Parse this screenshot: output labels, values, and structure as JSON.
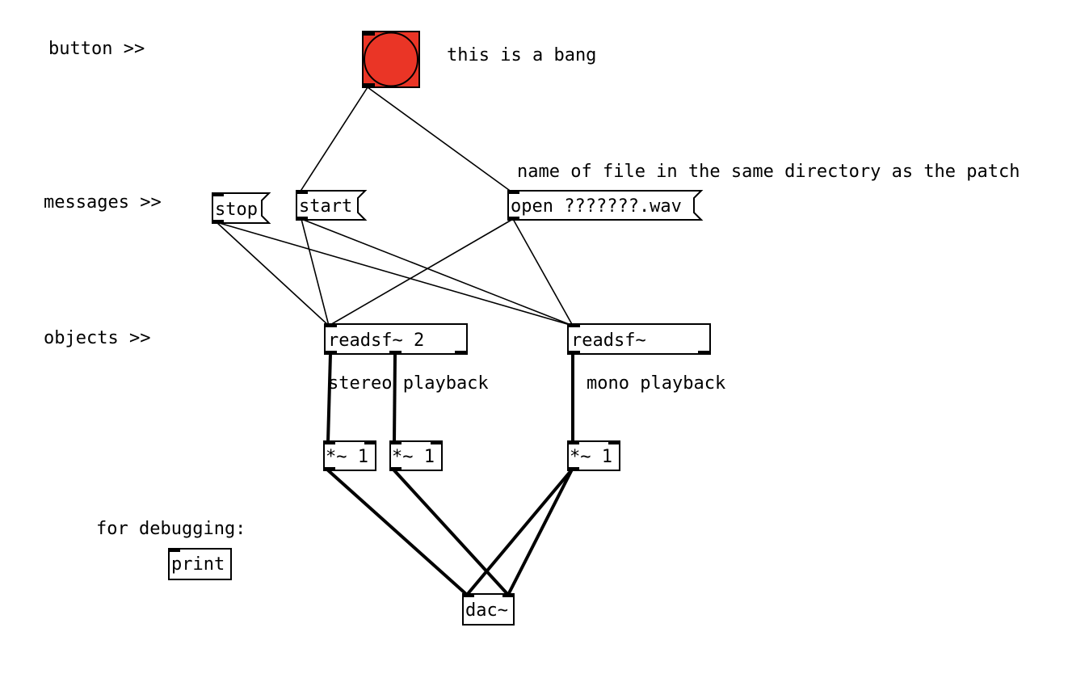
{
  "patch": {
    "colors": {
      "background": "#ffffff",
      "ink": "#000000",
      "bang_fill": "#ea3526"
    },
    "comments": {
      "button_label": "button >>",
      "bang_note": "this is a bang",
      "messages_label": "messages >>",
      "file_note": "name of file in the same directory as the patch",
      "objects_label": "objects >>",
      "stereo_note": "stereo playback",
      "mono_note": "mono playback",
      "debug_label": "for debugging:"
    },
    "bang": {
      "type": "bng",
      "name": "bang"
    },
    "messages": {
      "stop": "stop",
      "start": "start",
      "open": "open ???????.wav"
    },
    "objects": {
      "readsf_stereo": "readsf~ 2",
      "readsf_mono": "readsf~",
      "mul_left": "*~ 1",
      "mul_right": "*~ 1",
      "mul_mono": "*~ 1",
      "dac": "dac~",
      "print": "print"
    },
    "connections": [
      {
        "from": "bang",
        "to": "msg-start",
        "kind": "control"
      },
      {
        "from": "bang",
        "to": "msg-open",
        "kind": "control"
      },
      {
        "from": "msg-stop",
        "to": "readsf-stereo",
        "kind": "control"
      },
      {
        "from": "msg-stop",
        "to": "readsf-mono",
        "kind": "control"
      },
      {
        "from": "msg-start",
        "to": "readsf-stereo",
        "kind": "control"
      },
      {
        "from": "msg-start",
        "to": "readsf-mono",
        "kind": "control"
      },
      {
        "from": "msg-open",
        "to": "readsf-stereo",
        "kind": "control"
      },
      {
        "from": "msg-open",
        "to": "readsf-mono",
        "kind": "control"
      },
      {
        "from": "readsf-stereo:0",
        "to": "mul-left",
        "kind": "signal"
      },
      {
        "from": "readsf-stereo:1",
        "to": "mul-right",
        "kind": "signal"
      },
      {
        "from": "readsf-mono:0",
        "to": "mul-mono",
        "kind": "signal"
      },
      {
        "from": "mul-left",
        "to": "dac:0",
        "kind": "signal"
      },
      {
        "from": "mul-right",
        "to": "dac:1",
        "kind": "signal"
      },
      {
        "from": "mul-mono",
        "to": "dac:0",
        "kind": "signal"
      },
      {
        "from": "mul-mono",
        "to": "dac:1",
        "kind": "signal"
      }
    ]
  }
}
